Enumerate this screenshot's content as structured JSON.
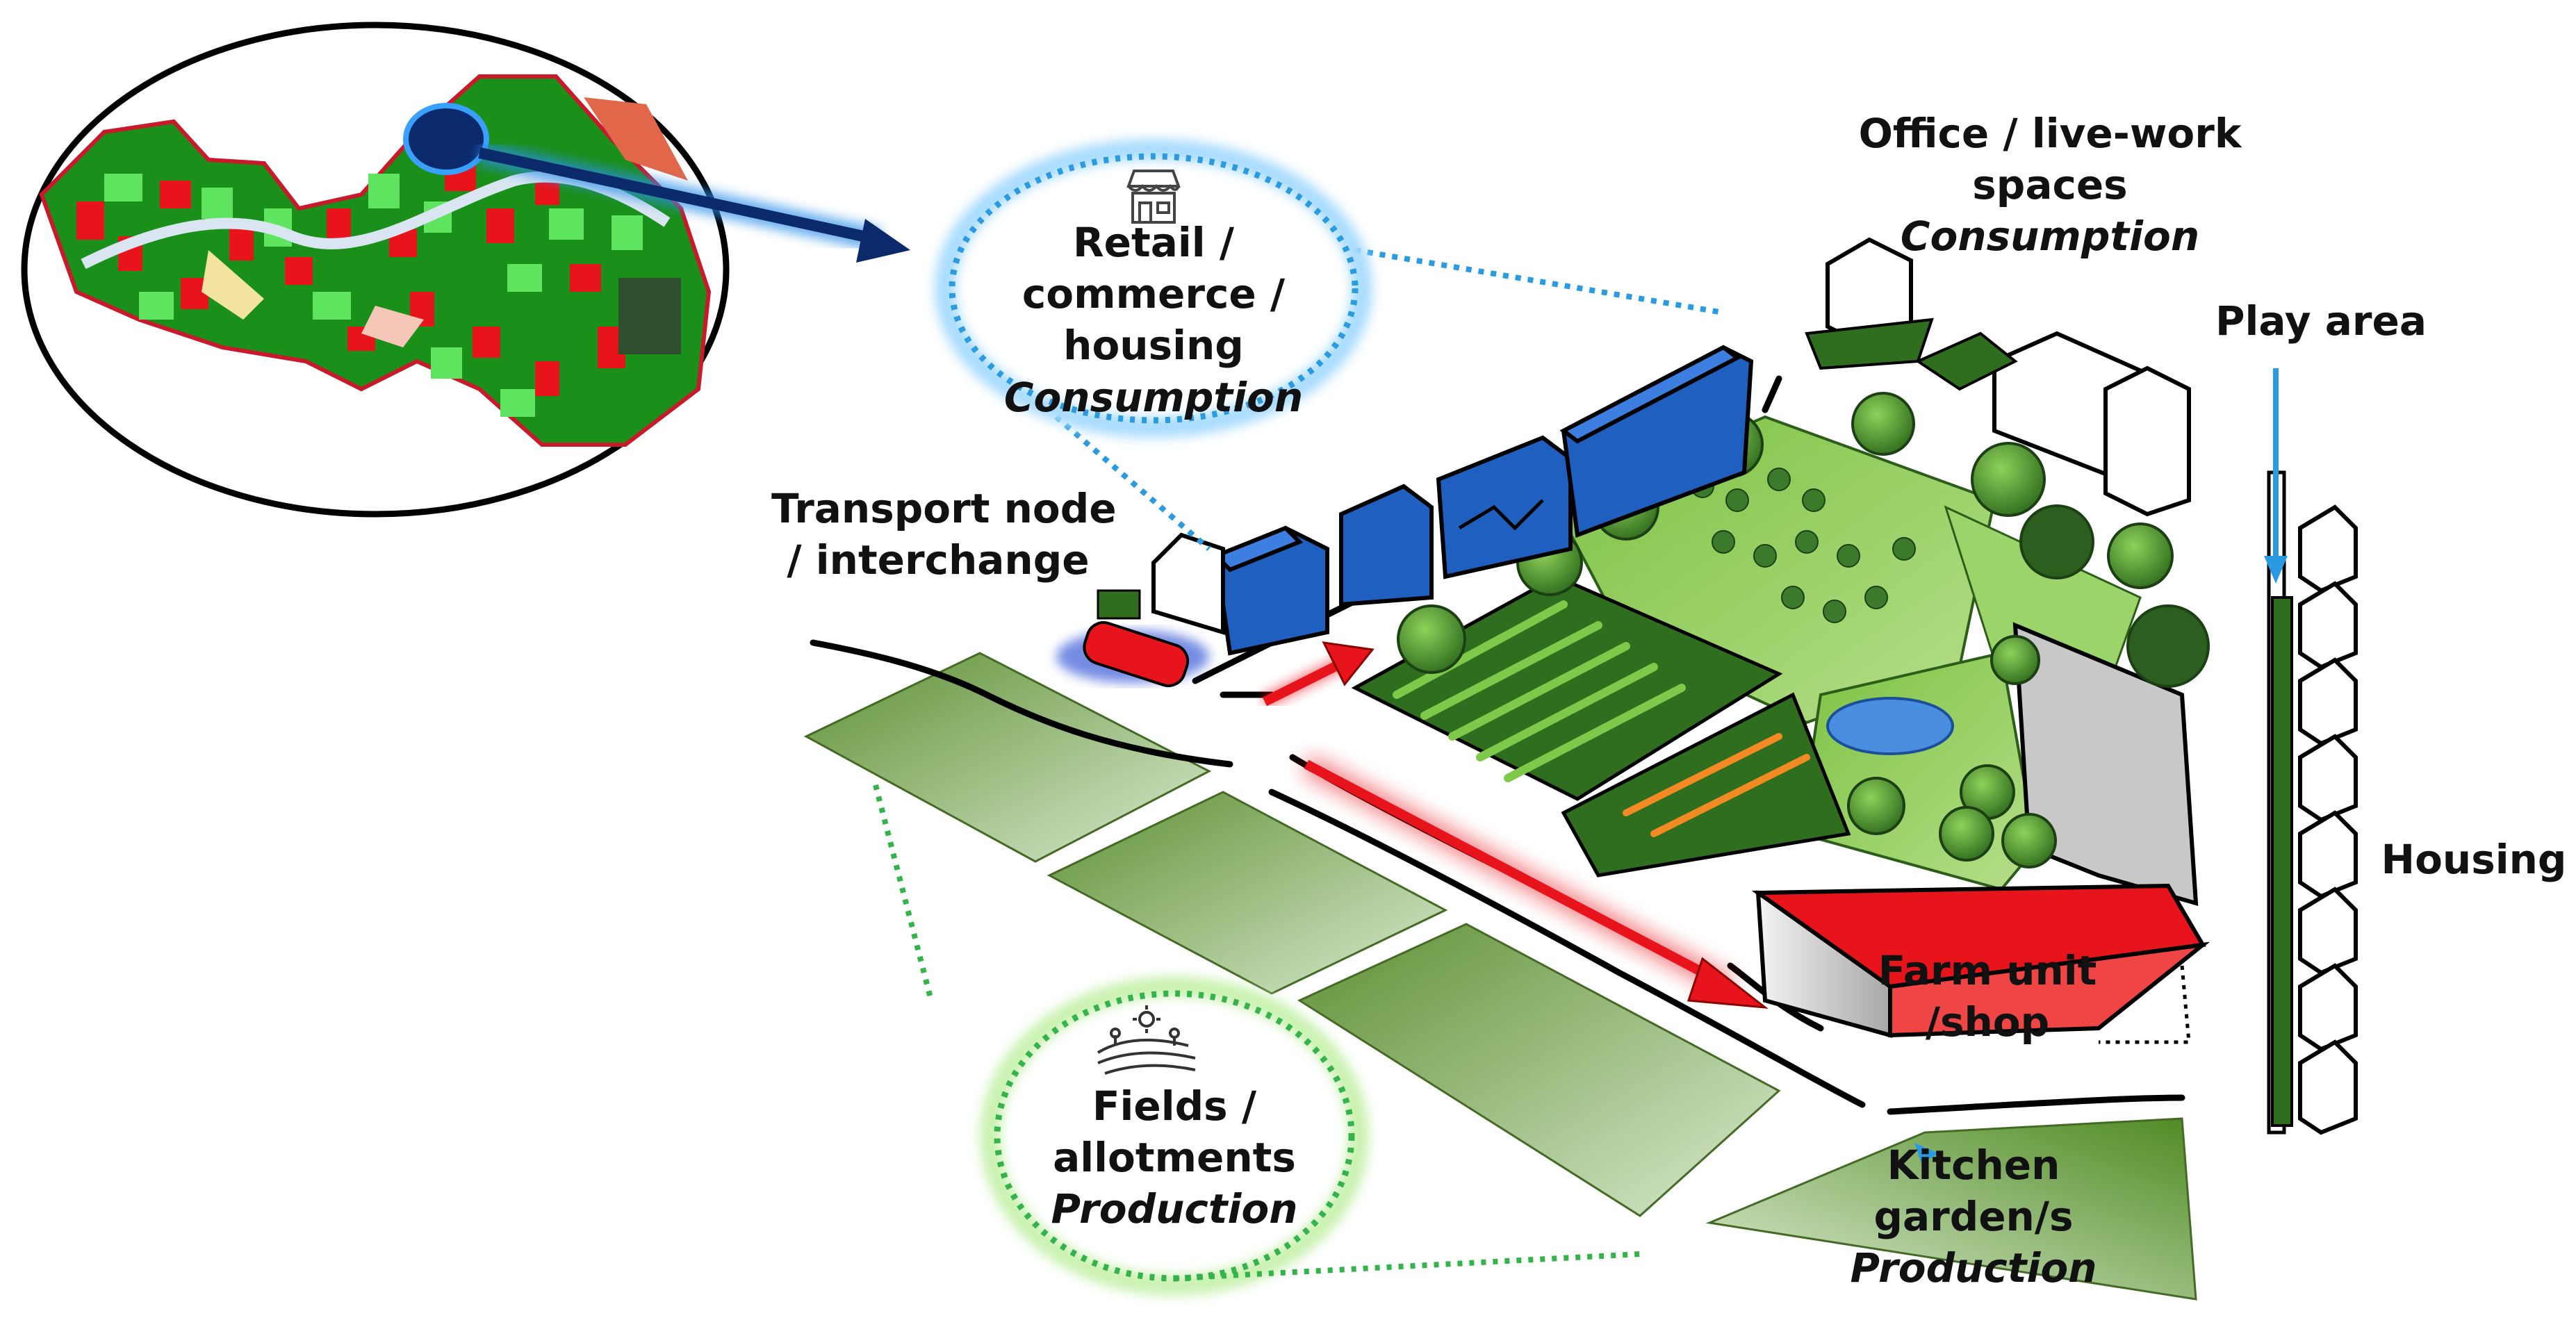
{
  "labels": {
    "retail": {
      "line1": "Retail /",
      "line2": "commerce /",
      "line3": "housing",
      "role": "Consumption"
    },
    "office": {
      "line1": "Office / live-work",
      "line2": "spaces",
      "role": "Consumption"
    },
    "play_area": "Play area",
    "transport": {
      "line1": "Transport node",
      "line2": "/ interchange"
    },
    "housing": "Housing",
    "farm": {
      "line1": "Farm unit",
      "line2": "/shop"
    },
    "fields": {
      "line1": "Fields /",
      "line2": "allotments",
      "role": "Production"
    },
    "kitchen": {
      "line1": "Kitchen",
      "line2": "garden/s",
      "role": "Production"
    }
  },
  "colors": {
    "consumption_blue": "#1f5fbf",
    "callout_blue": "#2a9be0",
    "production_green": "#34b34a",
    "farm_red": "#e8141b",
    "field_green": "#6a9e3a",
    "park_green": "#7cc242"
  },
  "icons": [
    "shop-icon",
    "field-sun-icon",
    "location-pin-icon",
    "arrow-icon"
  ]
}
